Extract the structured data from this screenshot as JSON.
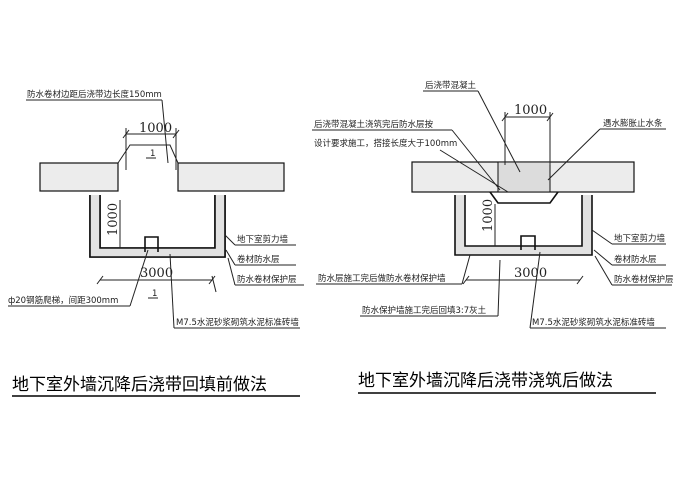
{
  "left": {
    "caption": "地下室外墙沉降后浇带回填前做法",
    "top_note": "防水卷材边距后浇带边长度150mm",
    "dim_top": "1000",
    "dim_bottom": "3000",
    "dim_side": "1000",
    "section_mark_top": "1",
    "section_mark_bottom": "1",
    "rebar_note": "ф20钢筋爬梯，间距300mm",
    "wall_labels": [
      "地下室剪力墙",
      "卷材防水层",
      "防水卷材保护层"
    ],
    "brick_note": "M7.5水泥砂浆砌筑水泥标准砖墙"
  },
  "right": {
    "caption": "地下室外墙沉降后浇带浇筑后做法",
    "concrete_note": "后浇带混凝土",
    "pour_note_line1": "后浇带混凝土浇筑完后防水层按",
    "pour_note_line2": "设计要求施工，搭接长度大于100mm",
    "waterstop_note": "遇水膨胀止水条",
    "dim_top": "1000",
    "dim_bottom": "3000",
    "dim_side": "1000",
    "wall_labels": [
      "地下室剪力墙",
      "卷材防水层",
      "防水卷材保护层"
    ],
    "protect_wall_note": "防水层施工完后做防水卷材保护墙",
    "backfill_note": "防水保护墙施工完后回填3:7灰土",
    "brick_note": "M7.5水泥砂浆砌筑水泥标准砖墙"
  }
}
